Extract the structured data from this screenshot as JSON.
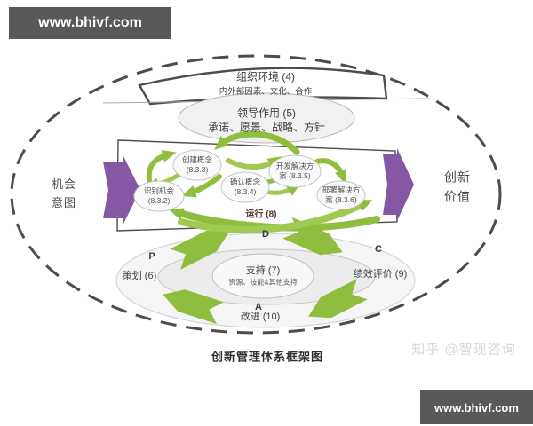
{
  "colors": {
    "banner": "#58595b",
    "purple": "#8557a5",
    "green": "#8fbe3e",
    "green-light": "#9fca52",
    "outline": "#4c4c4c"
  },
  "banners": {
    "top_left": "www.bhivf.com",
    "bottom_right": "www.bhivf.com"
  },
  "caption": "创新管理体系框架图",
  "watermark": "知乎 @智现咨询",
  "labels": {
    "opportunity": {
      "line1": "机会",
      "line2": "意图"
    },
    "value": {
      "line1": "创新",
      "line2": "价值"
    }
  },
  "org_env": {
    "title": "组织环境 (4)",
    "subtitle": "内外部因素、文化、合作"
  },
  "leadership": {
    "title": "领导作用 (5)",
    "subtitle": "承诺、愿景、战略、方针"
  },
  "process": {
    "identify": {
      "line1": "识别机会",
      "line2": "(8.3.2)"
    },
    "create": {
      "line1": "创建概念",
      "line2": "(8.3.3)"
    },
    "validate": {
      "line1": "确认概念",
      "line2": "(8.3.4)"
    },
    "develop": {
      "line1": "开发解决方",
      "line2": "案 (8.3.5)"
    },
    "deploy": {
      "line1": "部署解决方",
      "line2": "案 (8.3.6)"
    },
    "operation": "运行 (8)"
  },
  "pdca": {
    "p": "P",
    "d": "D",
    "c": "C",
    "a": "A",
    "planning": "策划 (6)",
    "support_title": "支持 (7)",
    "support_subtitle": "资源、技能&其他支持",
    "evaluation": "绩效评价 (9)",
    "improvement": "改进 (10)"
  }
}
